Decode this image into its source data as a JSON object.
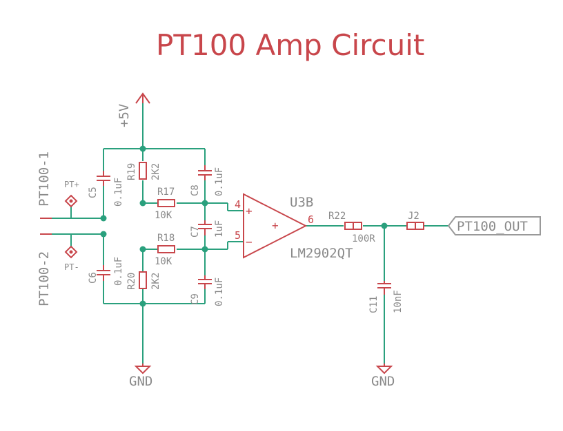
{
  "title": "PT100 Amp Circuit",
  "power": {
    "vcc": "+5V",
    "gnd_left": "GND",
    "gnd_right": "GND"
  },
  "connectors": {
    "pt1": "PT100-1",
    "pt2": "PT100-2",
    "tp_plus": "PT+",
    "tp_minus": "PT-"
  },
  "components": {
    "C5": {
      "ref": "C5",
      "value": "0.1uF"
    },
    "C6": {
      "ref": "C6",
      "value": "0.1uF"
    },
    "C7": {
      "ref": "C7",
      "value": "1uF"
    },
    "C8": {
      "ref": "C8",
      "value": "0.1uF"
    },
    "C9": {
      "ref": "C9",
      "value": "0.1uF"
    },
    "C11": {
      "ref": "C11",
      "value": "10nF"
    },
    "R17": {
      "ref": "R17",
      "value": "10K"
    },
    "R18": {
      "ref": "R18",
      "value": "10K"
    },
    "R19": {
      "ref": "R19",
      "value": "2K2"
    },
    "R20": {
      "ref": "R20",
      "value": "2K2"
    },
    "R22": {
      "ref": "R22",
      "value": "100R"
    },
    "J2": {
      "ref": "J2"
    }
  },
  "opamp": {
    "ref": "U3B",
    "part": "LM2902QT",
    "pin_in_plus": "4",
    "pin_in_minus": "5",
    "pin_out": "6",
    "sym_plus": "+",
    "sym_minus": "−",
    "sym_pwr": "+"
  },
  "output_label": "PT100_OUT"
}
